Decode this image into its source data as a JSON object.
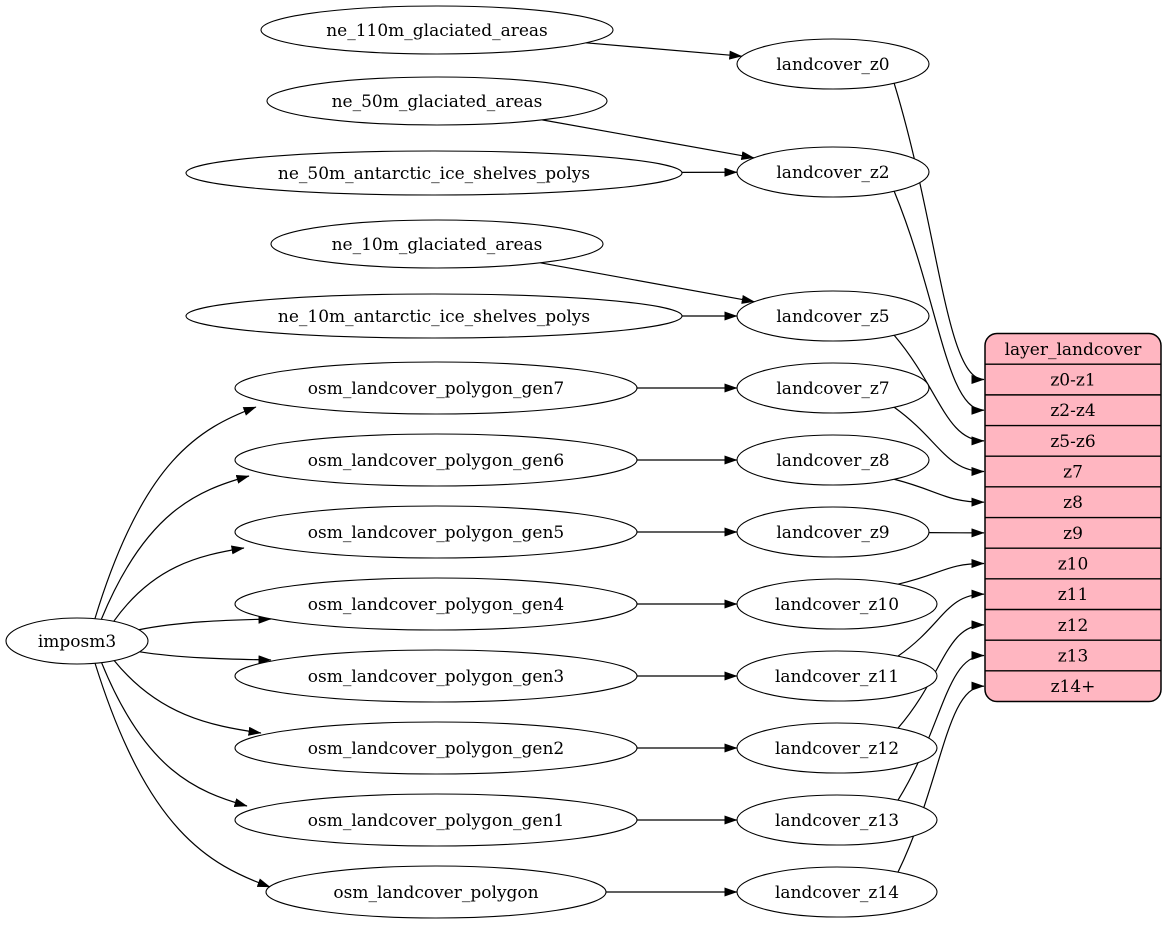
{
  "diagram": {
    "type": "dependency-graph",
    "colors": {
      "background": "#ffffff",
      "node_fill": "#ffffff",
      "node_stroke": "#000000",
      "edge_color": "#000000",
      "record_fill": "#ffb6c1",
      "text_color": "#000000"
    },
    "nodes": [
      {
        "id": "imposm3",
        "label": "imposm3"
      },
      {
        "id": "ne_110m_glaciated_areas",
        "label": "ne_110m_glaciated_areas"
      },
      {
        "id": "ne_50m_glaciated_areas",
        "label": "ne_50m_glaciated_areas"
      },
      {
        "id": "ne_50m_antarctic_ice_shelves_polys",
        "label": "ne_50m_antarctic_ice_shelves_polys"
      },
      {
        "id": "ne_10m_glaciated_areas",
        "label": "ne_10m_glaciated_areas"
      },
      {
        "id": "ne_10m_antarctic_ice_shelves_polys",
        "label": "ne_10m_antarctic_ice_shelves_polys"
      },
      {
        "id": "osm_landcover_polygon_gen7",
        "label": "osm_landcover_polygon_gen7"
      },
      {
        "id": "osm_landcover_polygon_gen6",
        "label": "osm_landcover_polygon_gen6"
      },
      {
        "id": "osm_landcover_polygon_gen5",
        "label": "osm_landcover_polygon_gen5"
      },
      {
        "id": "osm_landcover_polygon_gen4",
        "label": "osm_landcover_polygon_gen4"
      },
      {
        "id": "osm_landcover_polygon_gen3",
        "label": "osm_landcover_polygon_gen3"
      },
      {
        "id": "osm_landcover_polygon_gen2",
        "label": "osm_landcover_polygon_gen2"
      },
      {
        "id": "osm_landcover_polygon_gen1",
        "label": "osm_landcover_polygon_gen1"
      },
      {
        "id": "osm_landcover_polygon",
        "label": "osm_landcover_polygon"
      },
      {
        "id": "landcover_z0",
        "label": "landcover_z0"
      },
      {
        "id": "landcover_z2",
        "label": "landcover_z2"
      },
      {
        "id": "landcover_z5",
        "label": "landcover_z5"
      },
      {
        "id": "landcover_z7",
        "label": "landcover_z7"
      },
      {
        "id": "landcover_z8",
        "label": "landcover_z8"
      },
      {
        "id": "landcover_z9",
        "label": "landcover_z9"
      },
      {
        "id": "landcover_z10",
        "label": "landcover_z10"
      },
      {
        "id": "landcover_z11",
        "label": "landcover_z11"
      },
      {
        "id": "landcover_z12",
        "label": "landcover_z12"
      },
      {
        "id": "landcover_z13",
        "label": "landcover_z13"
      },
      {
        "id": "landcover_z14",
        "label": "landcover_z14"
      }
    ],
    "record": {
      "id": "layer_landcover",
      "title": "layer_landcover",
      "rows": [
        "z0-z1",
        "z2-z4",
        "z5-z6",
        "z7",
        "z8",
        "z9",
        "z10",
        "z11",
        "z12",
        "z13",
        "z14+"
      ]
    },
    "edges": [
      {
        "from": "ne_110m_glaciated_areas",
        "to": "landcover_z0"
      },
      {
        "from": "ne_50m_glaciated_areas",
        "to": "landcover_z2"
      },
      {
        "from": "ne_50m_antarctic_ice_shelves_polys",
        "to": "landcover_z2"
      },
      {
        "from": "ne_10m_glaciated_areas",
        "to": "landcover_z5"
      },
      {
        "from": "ne_10m_antarctic_ice_shelves_polys",
        "to": "landcover_z5"
      },
      {
        "from": "imposm3",
        "to": "osm_landcover_polygon_gen7"
      },
      {
        "from": "imposm3",
        "to": "osm_landcover_polygon_gen6"
      },
      {
        "from": "imposm3",
        "to": "osm_landcover_polygon_gen5"
      },
      {
        "from": "imposm3",
        "to": "osm_landcover_polygon_gen4"
      },
      {
        "from": "imposm3",
        "to": "osm_landcover_polygon_gen3"
      },
      {
        "from": "imposm3",
        "to": "osm_landcover_polygon_gen2"
      },
      {
        "from": "imposm3",
        "to": "osm_landcover_polygon_gen1"
      },
      {
        "from": "imposm3",
        "to": "osm_landcover_polygon"
      },
      {
        "from": "osm_landcover_polygon_gen7",
        "to": "landcover_z7"
      },
      {
        "from": "osm_landcover_polygon_gen6",
        "to": "landcover_z8"
      },
      {
        "from": "osm_landcover_polygon_gen5",
        "to": "landcover_z9"
      },
      {
        "from": "osm_landcover_polygon_gen4",
        "to": "landcover_z10"
      },
      {
        "from": "osm_landcover_polygon_gen3",
        "to": "landcover_z11"
      },
      {
        "from": "osm_landcover_polygon_gen2",
        "to": "landcover_z12"
      },
      {
        "from": "osm_landcover_polygon_gen1",
        "to": "landcover_z13"
      },
      {
        "from": "osm_landcover_polygon",
        "to": "landcover_z14"
      },
      {
        "from": "landcover_z0",
        "to": "layer_landcover:z0-z1"
      },
      {
        "from": "landcover_z2",
        "to": "layer_landcover:z2-z4"
      },
      {
        "from": "landcover_z5",
        "to": "layer_landcover:z5-z6"
      },
      {
        "from": "landcover_z7",
        "to": "layer_landcover:z7"
      },
      {
        "from": "landcover_z8",
        "to": "layer_landcover:z8"
      },
      {
        "from": "landcover_z9",
        "to": "layer_landcover:z9"
      },
      {
        "from": "landcover_z10",
        "to": "layer_landcover:z10"
      },
      {
        "from": "landcover_z11",
        "to": "layer_landcover:z11"
      },
      {
        "from": "landcover_z12",
        "to": "layer_landcover:z12"
      },
      {
        "from": "landcover_z13",
        "to": "layer_landcover:z13"
      },
      {
        "from": "landcover_z14",
        "to": "layer_landcover:z14+"
      }
    ]
  }
}
